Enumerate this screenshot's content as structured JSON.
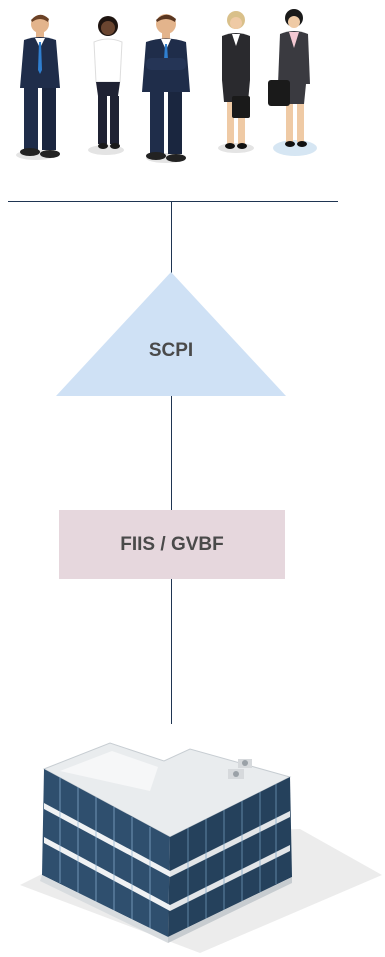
{
  "diagram": {
    "top_node": {
      "icon": "business-people-icon"
    },
    "middle_node": {
      "label": "SCPI",
      "shape": "triangle",
      "color": "#cfe1f5"
    },
    "lower_node": {
      "label": "FIIS / GVBF",
      "shape": "rectangle",
      "color": "#e6d7dd"
    },
    "bottom_node": {
      "icon": "office-building-icon"
    },
    "line_color": "#1f3552"
  }
}
